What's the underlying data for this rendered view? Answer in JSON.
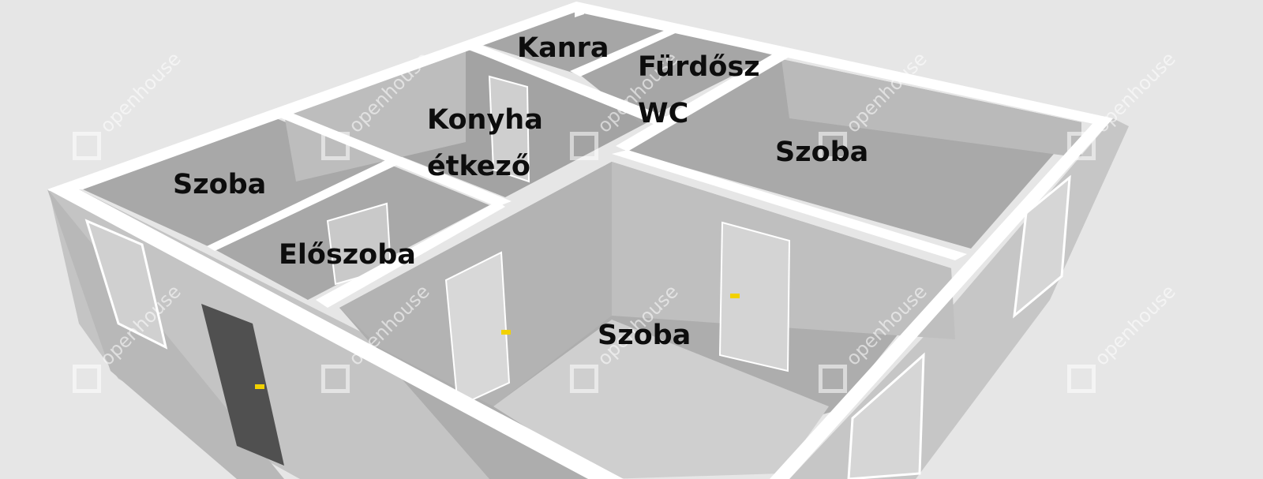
{
  "rooms": {
    "kanra": "Kanra",
    "furdo_line1": "Fürdősz",
    "furdo_line2": "WC",
    "konyha_line1": "Konyha",
    "konyha_line2": "étkező",
    "szoba_nw": "Szoba",
    "szoba_ne": "Szoba",
    "eloszoba": "Előszoba",
    "szoba_main": "Szoba"
  },
  "watermark": {
    "text": "openhouse"
  },
  "colors": {
    "background": "#e6e6e6",
    "floor": "#a8a8a8",
    "wall_top": "#ffffff",
    "wall_outer": "#c4c4c4",
    "door_handle": "#f2d100",
    "entrance_door": "#505050"
  }
}
